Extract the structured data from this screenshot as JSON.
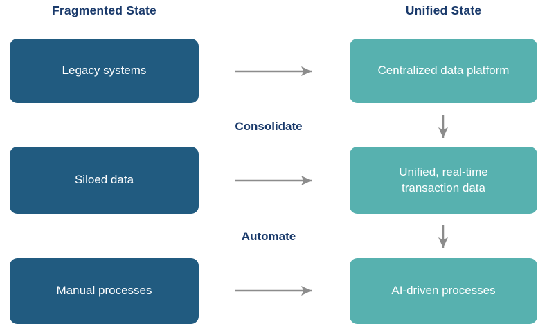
{
  "colors": {
    "background": "#FFFFFF",
    "box-dark-blue": "#215B80",
    "box-teal": "#57B1AF",
    "heading-navy": "#1A3A6B",
    "arrow-gray": "#8C8C8C",
    "box-text": "#FFFFFF"
  },
  "diagram": {
    "fragmented": {
      "header": "Fragmented State",
      "boxes": [
        {
          "label": "Legacy systems"
        },
        {
          "label": "Siloed data"
        },
        {
          "label": "Manual processes"
        }
      ]
    },
    "unified": {
      "header": "Unified State",
      "boxes": [
        {
          "label": "Centralized data platform"
        },
        {
          "label": "Unified, real-time transaction data"
        },
        {
          "label": "AI-driven processes"
        }
      ]
    },
    "transitions": [
      {
        "label": "Consolidate"
      },
      {
        "label": "Automate"
      }
    ]
  }
}
